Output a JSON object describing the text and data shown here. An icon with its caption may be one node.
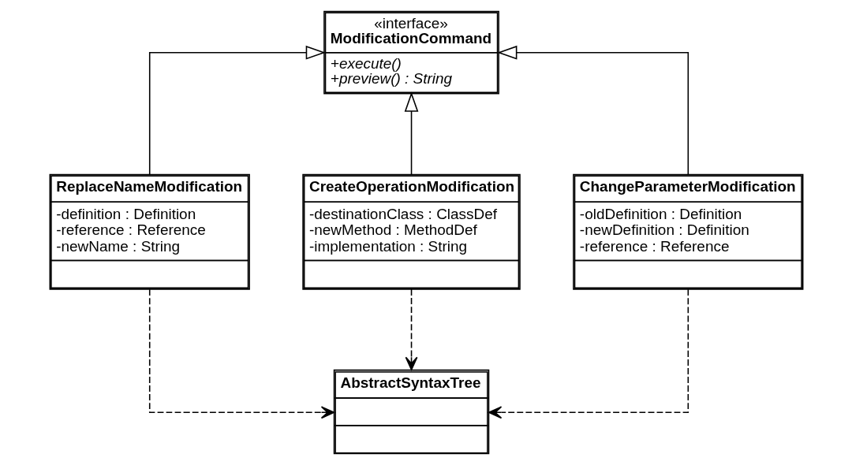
{
  "diagram": {
    "nodes": [
      {
        "text": [
          "«interface»",
          "ModificationCommand",
          "+execute()",
          "+preview() : String"
        ]
      },
      {
        "text": [
          "ReplaceNameModification",
          "-definition : Definition",
          "-reference : Reference",
          "-newName : String"
        ]
      },
      {
        "text": [
          "CreateOperationModification",
          "-destinationClass : ClassDef",
          "-newMethod : MethodDef",
          "-implementation : String"
        ]
      },
      {
        "text": [
          "ChangeParameterModification",
          "-oldDefinition : Definition",
          "-newDefinition : Definition",
          "-reference : Reference"
        ]
      },
      {
        "text": [
          "AbstractSyntaxTree"
        ]
      }
    ],
    "edges": [
      {
        "from": 1,
        "to": 0,
        "arrow": "to"
      },
      {
        "from": 2,
        "to": 0,
        "arrow": "to"
      },
      {
        "from": 3,
        "to": 0,
        "arrow": "to"
      },
      {
        "from": 1,
        "to": 4,
        "arrow": "to",
        "style": "dashed"
      },
      {
        "from": 2,
        "to": 4,
        "arrow": "to",
        "style": "dashed"
      },
      {
        "from": 3,
        "to": 4,
        "arrow": "to",
        "style": "dashed"
      }
    ]
  }
}
